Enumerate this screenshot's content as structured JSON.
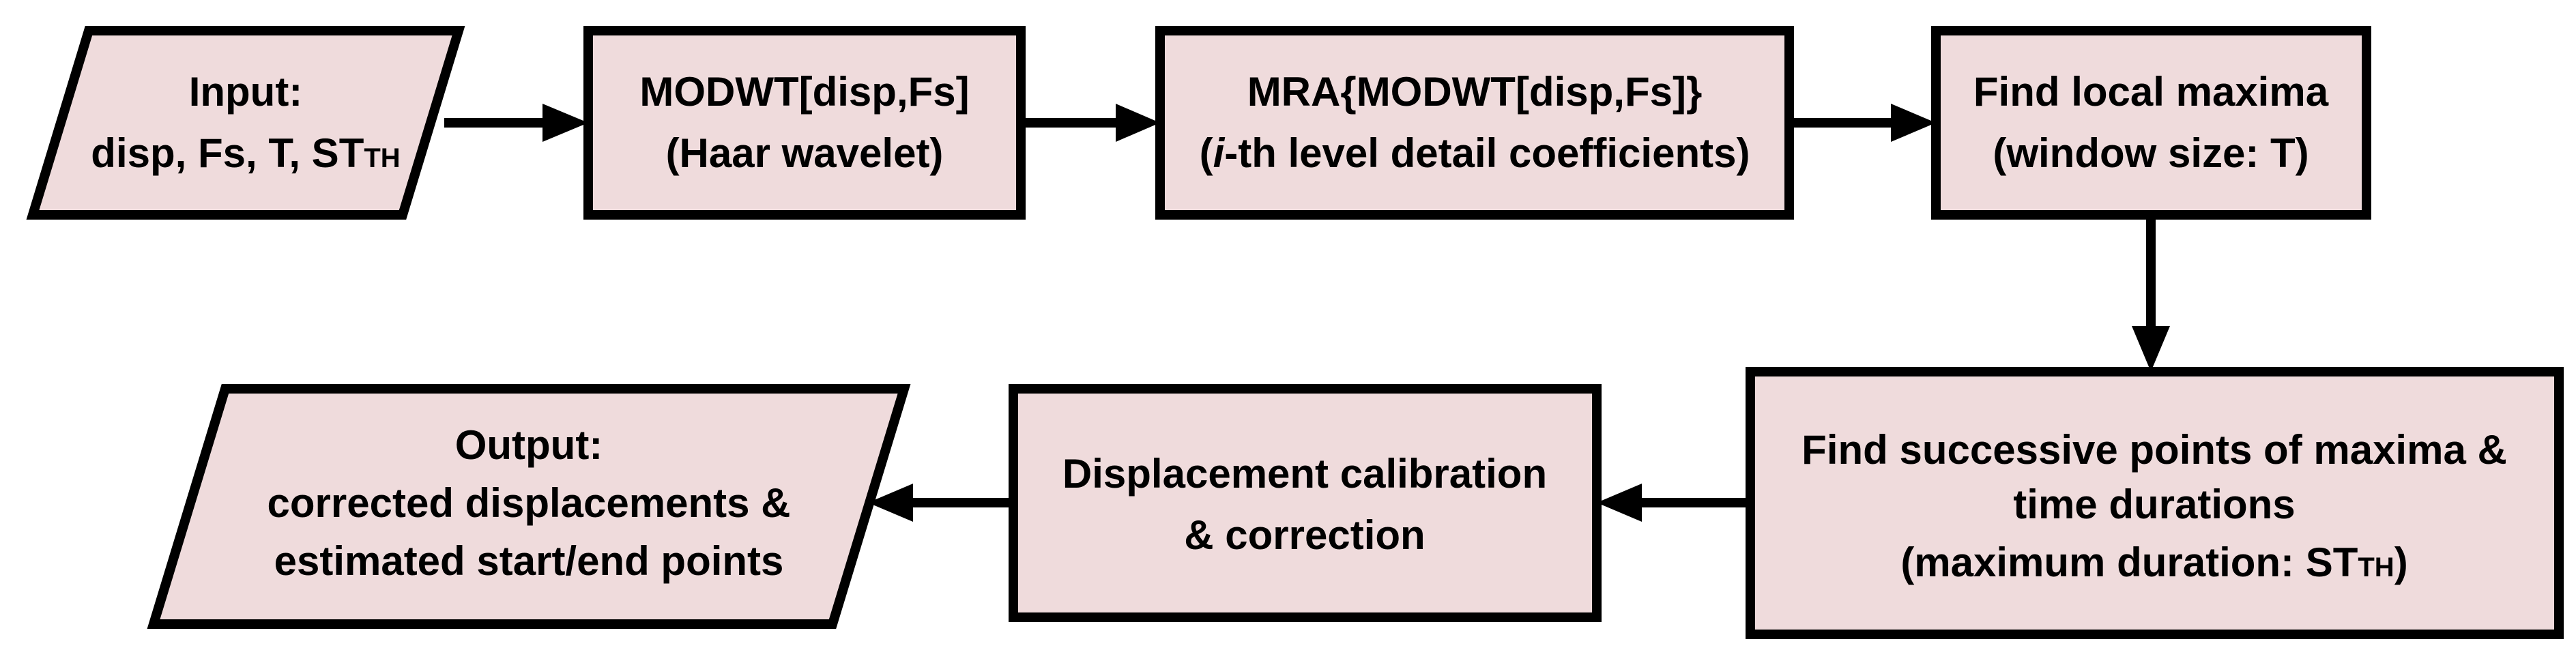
{
  "colors": {
    "box_fill": "#efdbdc",
    "border": "#000000",
    "arrow": "#000000"
  },
  "nodes": {
    "input": {
      "title": "Input:",
      "line2": "disp, Fs, T, ST",
      "line2_sub": "TH"
    },
    "modwt": {
      "line1": "MODWT[disp,Fs]",
      "line2": "(Haar wavelet)"
    },
    "mra": {
      "line1": "MRA{MODWT[disp,Fs]}",
      "line2_italic": "i",
      "line2_rest": "-th level detail coefficients)",
      "line2_open": "("
    },
    "local_maxima": {
      "line1": "Find local maxima",
      "line2": "(window size: T)"
    },
    "successive": {
      "line1": "Find successive points of maxima &",
      "line2": "time durations",
      "line3": "(maximum duration: ST",
      "line3_sub": "TH",
      "line3_close": ")"
    },
    "calibration": {
      "line1": "Displacement calibration",
      "line2": "& correction"
    },
    "output": {
      "title": "Output:",
      "line2": "corrected displacements &",
      "line3": "estimated start/end points"
    }
  }
}
